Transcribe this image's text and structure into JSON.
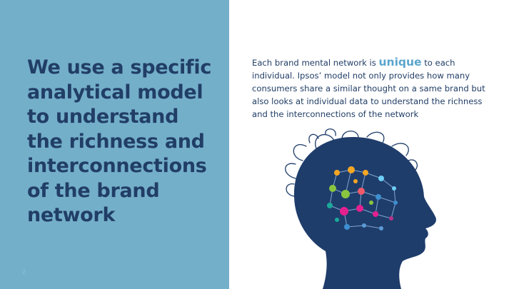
{
  "slide": {
    "title": "We use a specific analytical model to understand the richness and interconnections of the brand network",
    "page_number": "2",
    "body": {
      "before": "Each brand mental network is ",
      "highlight": "unique",
      "after": " to each individual. Ipsos’ model not only provides how many consumers share a similar thought on a same brand but also looks at individual data to understand the richness and the interconnections of the network"
    }
  },
  "colors": {
    "left_panel": "#74afc9",
    "title": "#213e66",
    "highlight": "#5aa5cc",
    "silhouette": "#1f3d6b"
  },
  "illustration": {
    "icon": "head-silhouette-brain-network-icon"
  }
}
